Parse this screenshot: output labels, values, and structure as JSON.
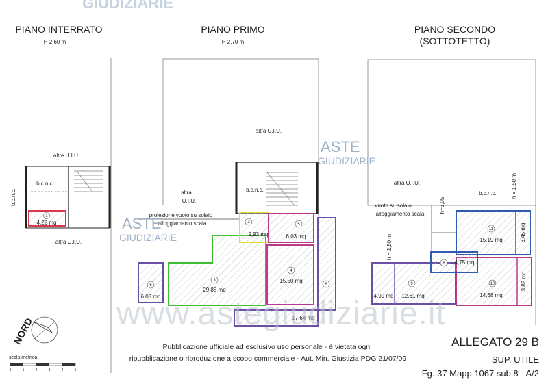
{
  "watermark": {
    "aste": "ASTE",
    "giudiziarie": "GIUDIZIARIE",
    "site": "www.astegiudiziarie.it",
    "color": "#9fb3c8"
  },
  "floors": {
    "interrato": {
      "title": "PIANO INTERRATO",
      "height": "H 2,60 m",
      "labels": {
        "altre_top": "altre U.I.U.",
        "bcnc_vert": "b.c.n.c.",
        "bcnc": "b.c.n.c.",
        "altra_bottom": "altra U.I.U."
      },
      "rooms": [
        {
          "num": "1",
          "area": "4,22 mq",
          "color": "#d63a4f"
        }
      ]
    },
    "primo": {
      "title": "PIANO PRIMO",
      "height": "H 2,70 m",
      "labels": {
        "altra_top": "altra U.I.U.",
        "altra_left_1": "altra",
        "altra_left_2": "U.I.U.",
        "bcnc": "b.c.n.c.",
        "proiezione_1": "proiezione vuoto su solaio",
        "proiezione_2": "alloggiamento scala"
      },
      "rooms": [
        {
          "num": "2",
          "area": "9,93 mq",
          "color": "#e8dc2c"
        },
        {
          "num": "3",
          "area": "29,88 mq",
          "color": "#3dbe32"
        },
        {
          "num": "4",
          "area": "15,50 mq",
          "color": "#b93a8c"
        },
        {
          "num": "5",
          "area": "6,03 mq",
          "color": "#b93a8c"
        },
        {
          "num": "6",
          "area": "6,03 mq",
          "color": "#6b4fa6"
        },
        {
          "num": "6",
          "area": "17,64 mq",
          "color": "#6b4fa6"
        }
      ]
    },
    "secondo": {
      "title": "PIANO SECONDO",
      "subtitle": "(SOTTOTETTO)",
      "labels": {
        "altra": "altra U.I.U.",
        "bcnc": "b.c.n.c.",
        "vuoto_1": "vuoto su solaio",
        "vuoto_2": "alloggiamento scala",
        "h305": "h=3,05",
        "h150_right": "h = 1,50 m",
        "h150_left": "h = 1,50 m"
      },
      "rooms": [
        {
          "num": "8",
          "area": "4,75 mq",
          "color": "#2f5cb0"
        },
        {
          "num": "9",
          "area": "12,61 mq",
          "color": "#6b4fa6"
        },
        {
          "extra": "4,99 mq",
          "color": "#6b4fa6"
        },
        {
          "num": "10",
          "area": "14,68 mq",
          "color": "#b93a8c"
        },
        {
          "extra": "3,82 mq",
          "color": "#b93a8c"
        },
        {
          "num": "11",
          "area": "15,19 mq",
          "color": "#2f5cb0"
        },
        {
          "extra": "3,45 mq",
          "color": "#2f5cb0"
        }
      ]
    }
  },
  "compass": {
    "label": "NORD"
  },
  "scale": {
    "label": "scala metrica",
    "ticks": [
      "0",
      "1",
      "2",
      "3",
      "4",
      "5"
    ]
  },
  "notice": {
    "line1": "Pubblicazione ufficiale ad esclusivo uso personale - è vietata ogni",
    "line2": "ripubblicazione o riproduzione a scopo commerciale - Aut. Min. Giustizia PDG 21/07/09"
  },
  "allegato": {
    "title": "ALLEGATO 29 B",
    "sub": "SUP. UTILE",
    "ref": "Fg. 37 Mapp 1067 sub 8 - A/2"
  }
}
